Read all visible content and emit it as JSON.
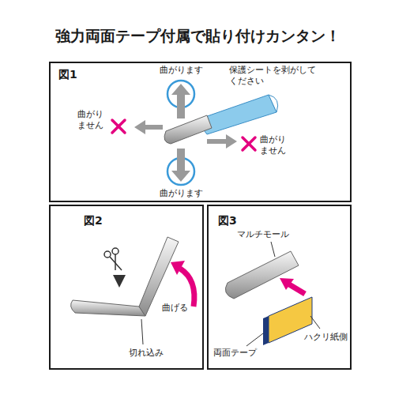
{
  "diagram": {
    "title": "強力両面テープ付属で貼り付けカンタン！",
    "nodes": [
      {
        "text": [
          "図1"
        ]
      },
      {
        "text": [
          "図2"
        ]
      },
      {
        "text": [
          "図3"
        ]
      }
    ],
    "labels": [
      "曲がります",
      "保護シートを剥がしてください",
      "曲がりません",
      "曲がりません",
      "曲がります",
      "曲げる",
      "切れ込み",
      "マルチモール",
      "ハクリ紙側",
      "両面テープ"
    ]
  }
}
